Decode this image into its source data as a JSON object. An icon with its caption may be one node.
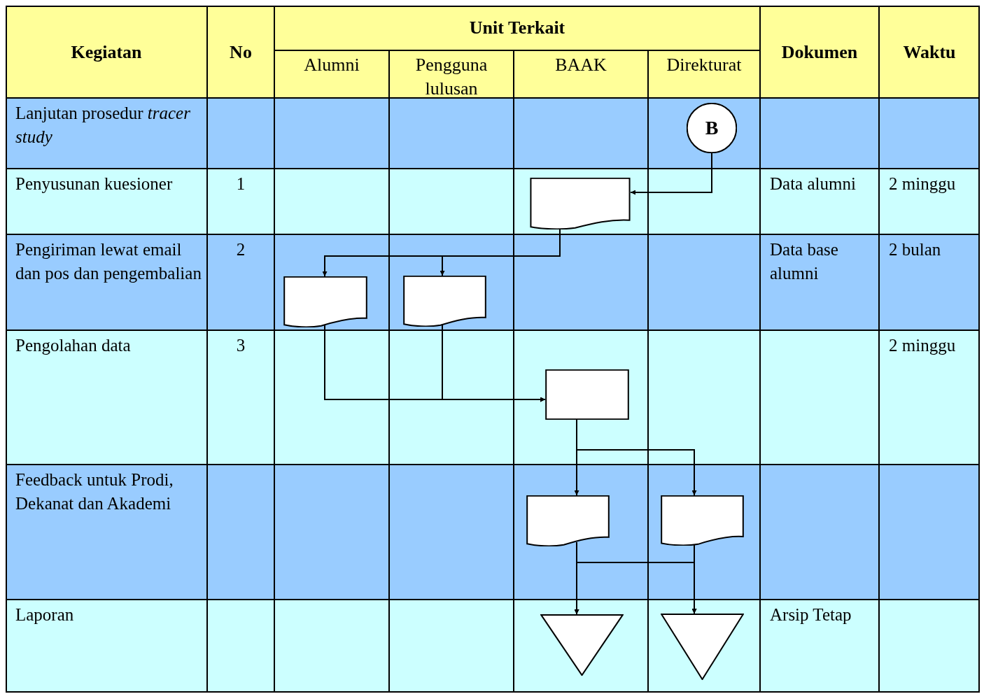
{
  "diagram": {
    "nodes": [
      {
        "text": [
          "B"
        ]
      },
      {
        "text": [],
        "shape": "document"
      },
      {
        "text": [],
        "shape": "document"
      },
      {
        "text": [],
        "shape": "document"
      },
      {
        "text": [],
        "shape": "box"
      },
      {
        "text": [],
        "shape": "document"
      },
      {
        "text": [],
        "shape": "document"
      },
      {
        "text": [],
        "shape": "triangle"
      },
      {
        "text": [],
        "shape": "triangle"
      }
    ],
    "edges": [
      {
        "from": 0,
        "to": 1,
        "arrow": "to"
      },
      {
        "from": 1,
        "to": 2,
        "arrow": "to"
      },
      {
        "from": 1,
        "to": 3,
        "arrow": "to"
      },
      {
        "from": 2,
        "to": 4,
        "arrow": "to"
      },
      {
        "from": 3,
        "to": 4,
        "arrow": "to"
      },
      {
        "from": 4,
        "to": 5,
        "arrow": "to"
      },
      {
        "from": 4,
        "to": 6,
        "arrow": "to"
      },
      {
        "from": 5,
        "to": 7,
        "arrow": "to"
      },
      {
        "from": 5,
        "to": 8,
        "arrow": "to"
      },
      {
        "from": 6,
        "to": 7,
        "arrow": "to"
      },
      {
        "from": 6,
        "to": 8,
        "arrow": "to"
      }
    ],
    "labels": [
      "Kegiatan",
      "No",
      "Unit Terkait",
      "Alumni",
      "Pengguna lulusan",
      "BAAK",
      "Direkturat",
      "Dokumen",
      "Waktu",
      "Lanjutan prosedur *tracer study*",
      "Penyusunan kuesioner",
      "1",
      "Data alumni",
      "2 minggu",
      "Pengiriman lewat email dan pos dan pengembalian",
      "2",
      "Data base alumni",
      "2 bulan",
      "Pengolahan data",
      "3",
      "2 minggu",
      "Feedback untuk Prodi, Dekanat dan Akademi",
      "Laporan",
      "Arsip Tetap"
    ]
  }
}
